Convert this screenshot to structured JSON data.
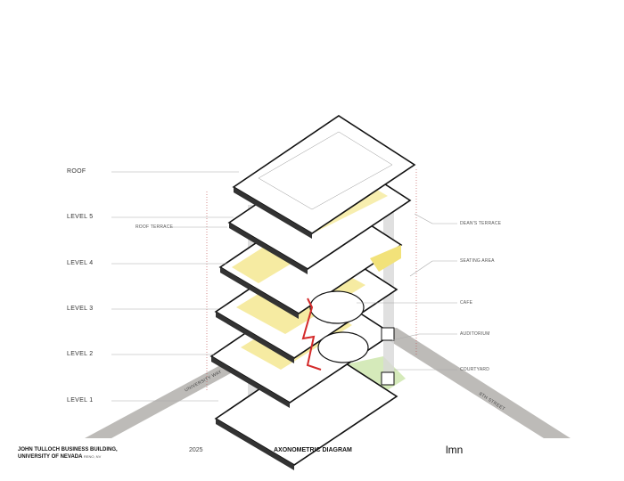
{
  "levels": [
    "ROOF",
    "LEVEL 5",
    "LEVEL 4",
    "LEVEL 3",
    "LEVEL 2",
    "LEVEL 1"
  ],
  "callouts": {
    "roof_terrace": "ROOF TERRACE",
    "deans_terrace": "DEAN'S TERRACE",
    "seating_area": "SEATING AREA",
    "cafe": "CAFE",
    "auditorium": "AUDITORIUM",
    "courtyard": "COURTYARD"
  },
  "streets": {
    "university_way": "UNIVERSITY WAY",
    "eighth_street": "8TH STREET"
  },
  "footer": {
    "building_line1": "JOHN TULLOCH BUSINESS BUILDING,",
    "building_line2": "UNIVERSITY OF NEVADA",
    "location": "RENO, NV",
    "year": "2025",
    "title": "AXONOMETRIC DIAGRAM",
    "logo": "LMN"
  },
  "colors": {
    "highlight": "#f2e27a",
    "circulation": "#d42a2a",
    "courtyard": "#b9dc8c",
    "road": "#bdbbb8"
  }
}
